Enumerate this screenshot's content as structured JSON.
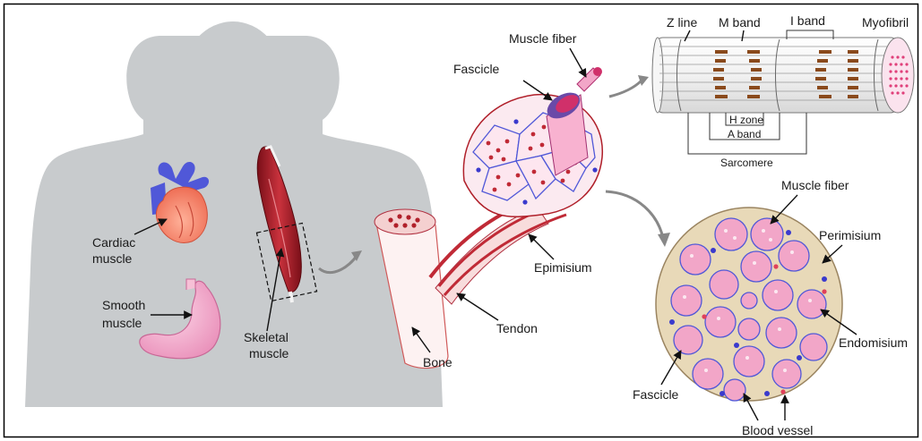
{
  "body_panel": {
    "labels": {
      "cardiac": [
        "Cardiac",
        "muscle"
      ],
      "smooth": [
        "Smooth",
        "muscle"
      ],
      "skeletal": [
        "Skeletal",
        "muscle"
      ]
    }
  },
  "bundle_panel": {
    "labels": {
      "muscle_fiber": "Muscle fiber",
      "fascicle": "Fascicle",
      "epimisium": "Epimisium",
      "tendon": "Tendon",
      "bone": "Bone"
    }
  },
  "myofibril_panel": {
    "labels": {
      "z_line": "Z line",
      "m_band": "M band",
      "i_band": "I band",
      "myofibril": "Myofibril",
      "h_zone": "H zone",
      "a_band": "A band",
      "sarcomere": "Sarcomere"
    }
  },
  "cross_section_panel": {
    "labels": {
      "muscle_fiber": "Muscle fiber",
      "perimisium": "Perimisium",
      "endomisium": "Endomisium",
      "fascicle": "Fascicle",
      "blood_vessel": "Blood vessel"
    }
  },
  "colors": {
    "body_silhouette": "#c8cbcd",
    "muscle_red": "#b0202a",
    "fiber_pink": "#f2a6c8",
    "myofibril_brown": "#8a4a1c",
    "perimisium_tan": "#e8d9b8",
    "vessel_blue": "#3a3acd"
  }
}
